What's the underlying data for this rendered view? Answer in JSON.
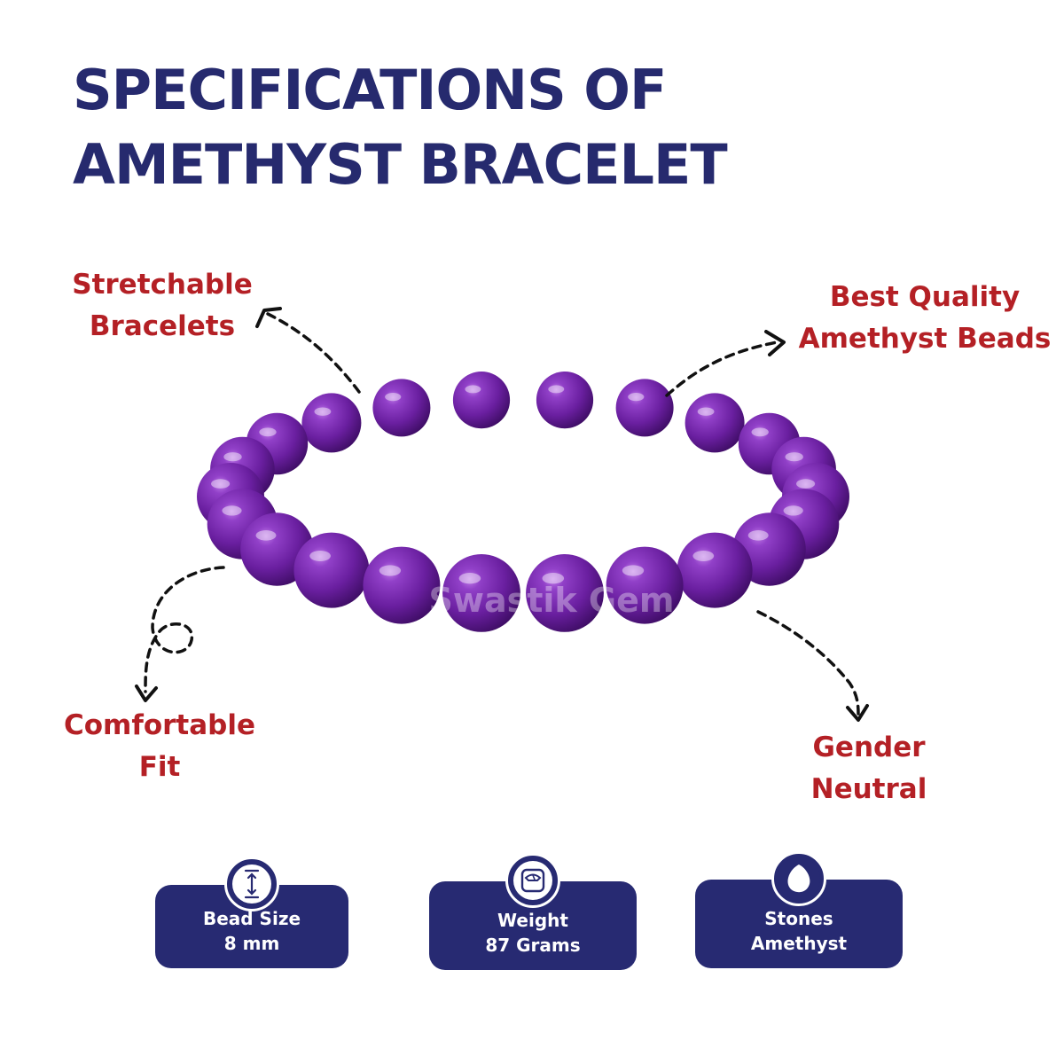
{
  "title": {
    "line1": "SPECIFICATIONS OF",
    "line2": "AMETHYST BRACELET"
  },
  "features": {
    "stretchable": {
      "line1": "Stretchable",
      "line2": "Bracelets"
    },
    "quality": {
      "line1": "Best Quality",
      "line2": "Amethyst Beads"
    },
    "comfort": {
      "line1": "Comfortable",
      "line2": "Fit"
    },
    "gender": {
      "line1": "Gender",
      "line2": "Neutral"
    }
  },
  "watermark": "Swastik Gem",
  "specs": {
    "bead_size": {
      "label": "Bead Size",
      "value": "8 mm",
      "icon": "resize-vertical-icon"
    },
    "weight": {
      "label": "Weight",
      "value": "87 Grams",
      "icon": "scale-icon"
    },
    "stones": {
      "label": "Stones",
      "value": "Amethyst",
      "icon": "gem-drop-icon"
    }
  },
  "colors": {
    "title": "#262a6e",
    "feature_text": "#b42025",
    "card": "#272a72",
    "bead": "#6a1fa0"
  }
}
